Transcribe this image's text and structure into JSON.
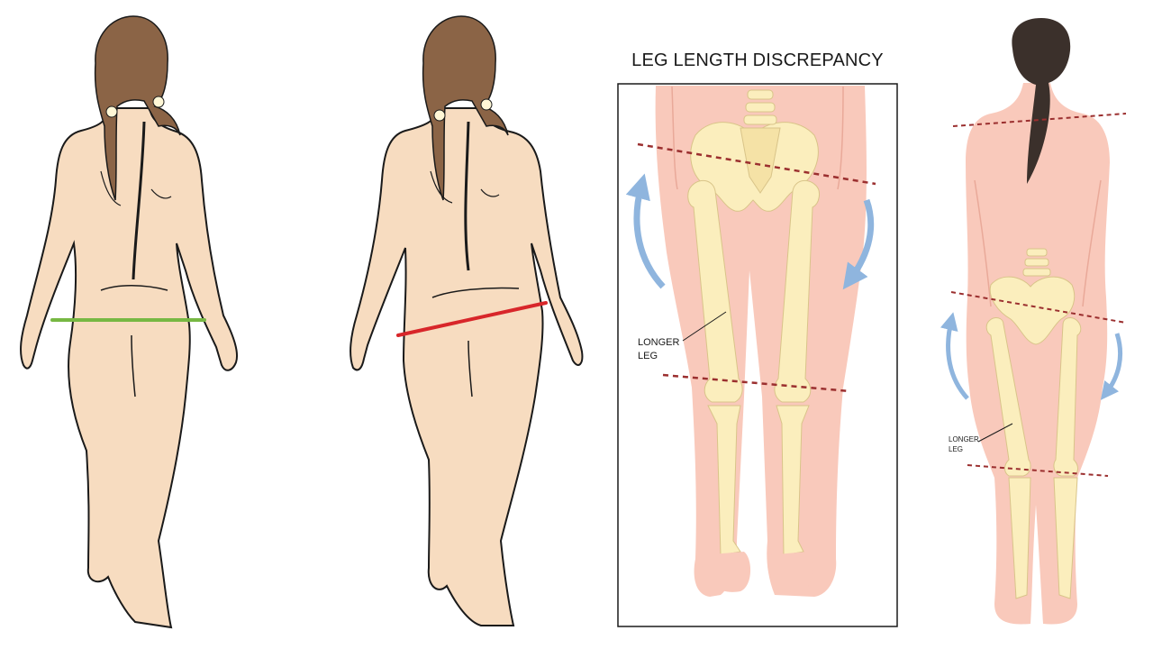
{
  "title": "LEG LENGTH DISCREPANCY",
  "labels": {
    "panel_main": [
      "LONGER",
      "LEG"
    ],
    "panel_small": [
      "LONGER",
      "LEG"
    ]
  },
  "figures": [
    {
      "id": "back-view-level-hips",
      "hip_line_color": "#77b843"
    },
    {
      "id": "back-view-tilted-hips",
      "hip_line_color": "#d8262a"
    },
    {
      "id": "skeleton-panel",
      "boxed": true
    },
    {
      "id": "back-view-small-skeleton"
    }
  ],
  "colors": {
    "skin": "#f7dcc0",
    "skin_pink": "#f9c9bb",
    "bone": "#fbeebd",
    "hair_brown": "#8b6446",
    "hair_dark": "#3b302b",
    "guide_dash": "#9b2f2f",
    "arrow": "#8fb5de",
    "outline": "#1a1a1a"
  },
  "icons": [
    "hair-tie-flower-icon",
    "rotation-arrow-icon"
  ]
}
